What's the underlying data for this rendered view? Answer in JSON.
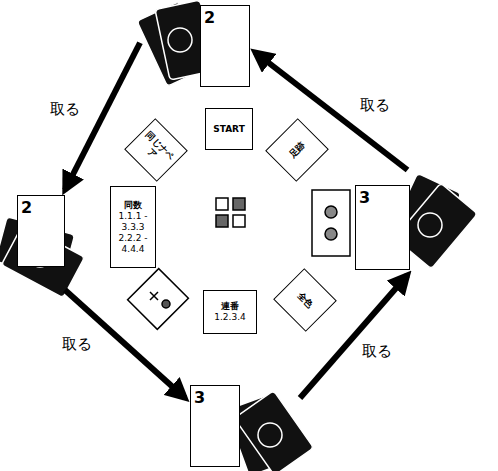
{
  "diagram": {
    "nodes": [
      {
        "text": [
          "2"
        ]
      },
      {
        "text": [
          "2"
        ]
      },
      {
        "text": [
          "3"
        ]
      },
      {
        "text": [
          "3"
        ]
      },
      {
        "text": [
          "START"
        ]
      },
      {
        "text": [
          "連番",
          "1.2.3.4"
        ]
      },
      {
        "text": [
          "同数",
          "1.1.1 - 3.3.3 2.2.2 - 4.4.4"
        ]
      },
      {
        "text": [
          "同じナペア"
        ]
      },
      {
        "text": [
          "足跡"
        ]
      },
      {
        "text": [
          "全色"
        ]
      }
    ],
    "edges": [
      {
        "from": 0,
        "to": 1,
        "label": "取る",
        "arrow": "to"
      },
      {
        "from": 1,
        "to": 2,
        "label": "取る",
        "arrow": "to"
      },
      {
        "from": 2,
        "to": 3,
        "label": "取る",
        "arrow": "to"
      },
      {
        "from": 3,
        "to": 0,
        "label": "取る",
        "arrow": "to"
      }
    ]
  }
}
